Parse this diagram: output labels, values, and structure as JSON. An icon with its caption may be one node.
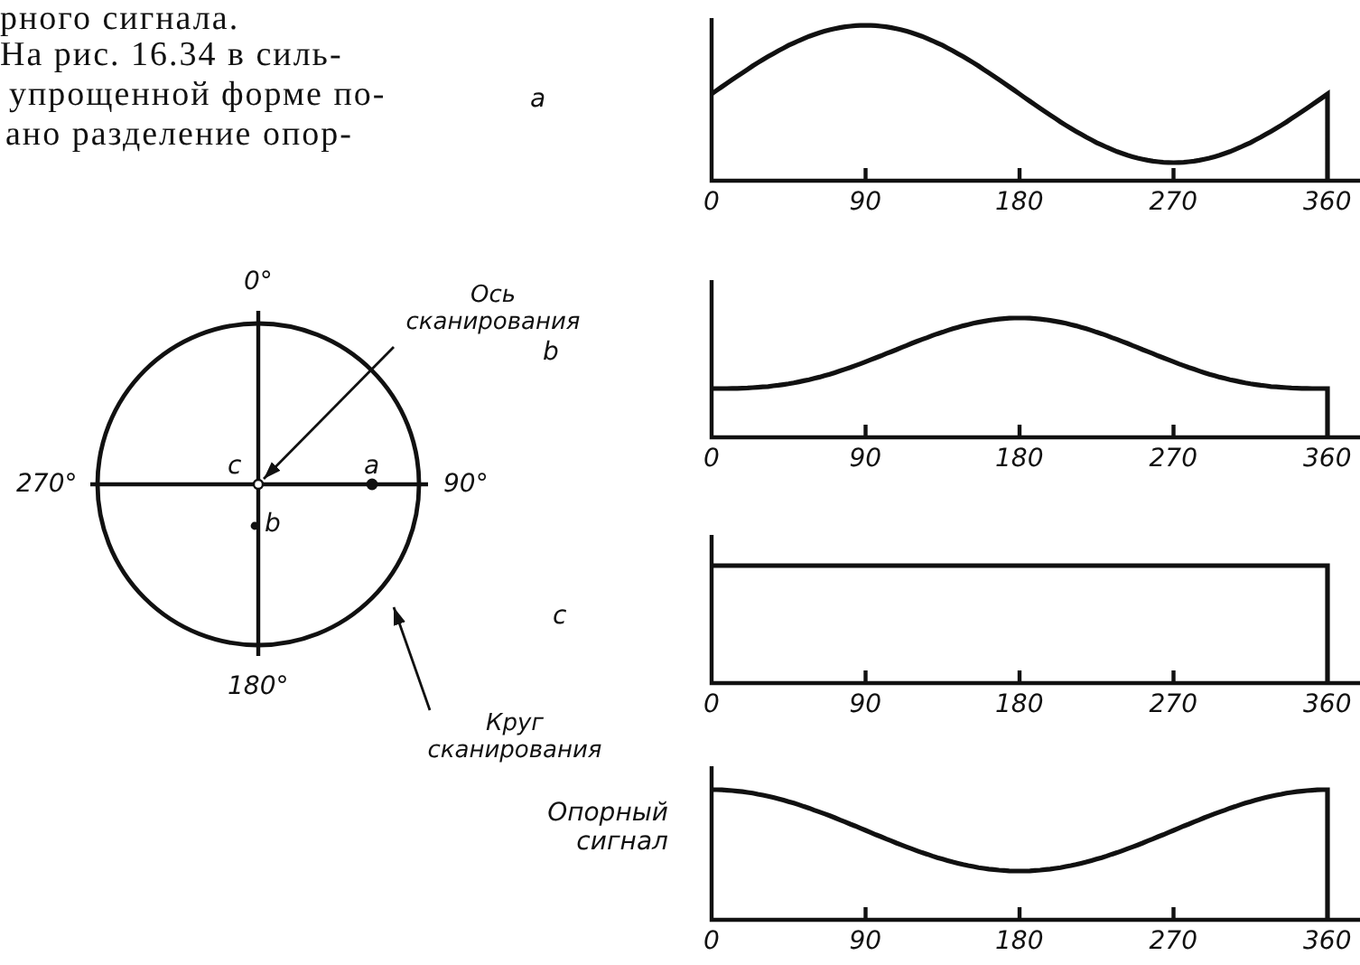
{
  "diagram": {
    "nodes": [
      {
        "text": [
          "Ось сканирования"
        ]
      },
      {
        "text": [],
        "shape": "circle",
        "in": 3
      },
      {
        "text": [
          "Круг сканирования"
        ]
      },
      {
        "text": [],
        "shape": "circle"
      }
    ],
    "edges": [
      {
        "from": 0,
        "to": 1,
        "arrow": "to"
      },
      {
        "from": 2,
        "to": 3,
        "arrow": "to"
      }
    ],
    "labels": [
      "рного сигнала.",
      "На рис. 16.34 в силь-",
      "упрощенной форме по-",
      "ано разделение опор-",
      "0°",
      "c",
      "a",
      "270°",
      "90°",
      "b",
      "180°",
      "a",
      "0",
      "90",
      "180",
      "270",
      "360",
      "b",
      "0",
      "90",
      "180",
      "270",
      "360",
      "c",
      "0",
      "90",
      "180",
      "270",
      "360",
      "Опорный сигнал",
      "0",
      "90",
      "180",
      "270",
      "360"
    ]
  }
}
